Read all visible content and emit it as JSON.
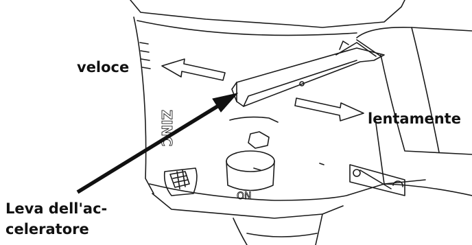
{
  "labels": {
    "fast": "veloce",
    "slow": "lentamente",
    "lever_line1": "Leva dell'ac-",
    "lever_line2": "celeratore"
  },
  "engine_marks": {
    "on_text": "ON",
    "brand_vertical_text": "ZINC"
  },
  "colors": {
    "line": "#1a1a1a",
    "pointer": "#111111",
    "background": "#ffffff"
  }
}
